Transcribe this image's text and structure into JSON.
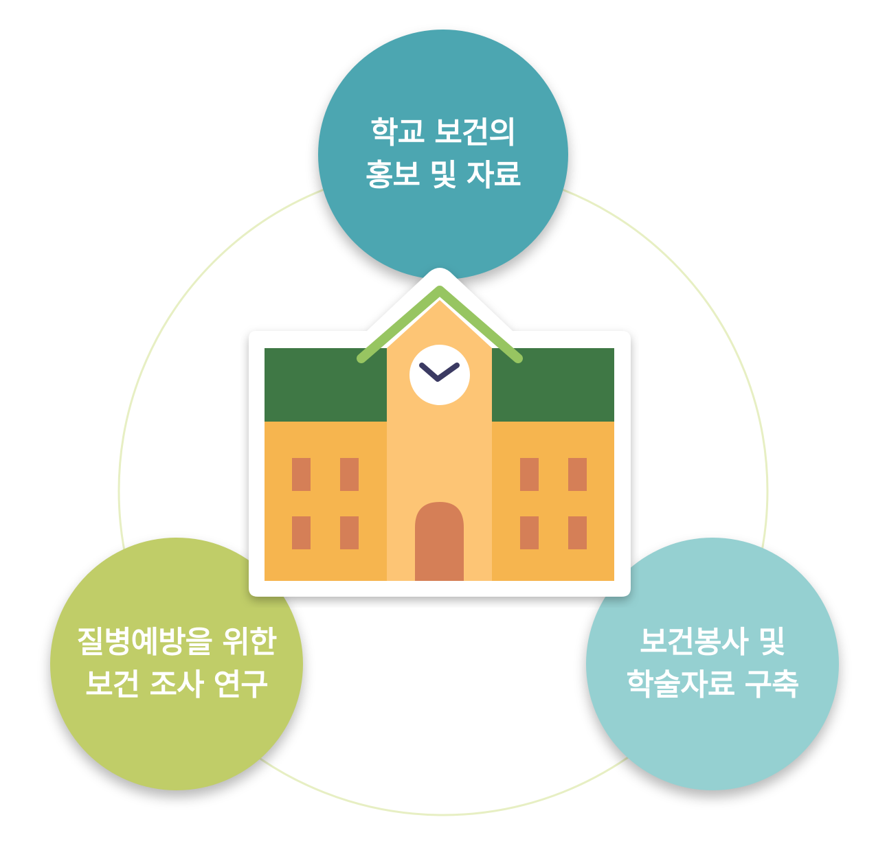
{
  "diagram": {
    "nodes": [
      {
        "id": "top",
        "lines": [
          "학교 보건의",
          "홍보 및 자료"
        ],
        "color": "#4ca6b1"
      },
      {
        "id": "left",
        "lines": [
          "질병예방을 위한",
          "보건 조사 연구"
        ],
        "color": "#c0cd68"
      },
      {
        "id": "right",
        "lines": [
          "보건봉사 및",
          "학술자료 구축"
        ],
        "color": "#95d0d1"
      }
    ],
    "ring_color": "#e7efc3",
    "center_icon": "school-building-icon",
    "colors": {
      "roof": "#3f7845",
      "roof_trim": "#97c561",
      "wall": "#f6b54f",
      "tower": "#fdc575",
      "window": "#d57f57",
      "door": "#d57f57",
      "clock_face": "#ffffff",
      "clock_hands": "#3b3a62"
    }
  }
}
